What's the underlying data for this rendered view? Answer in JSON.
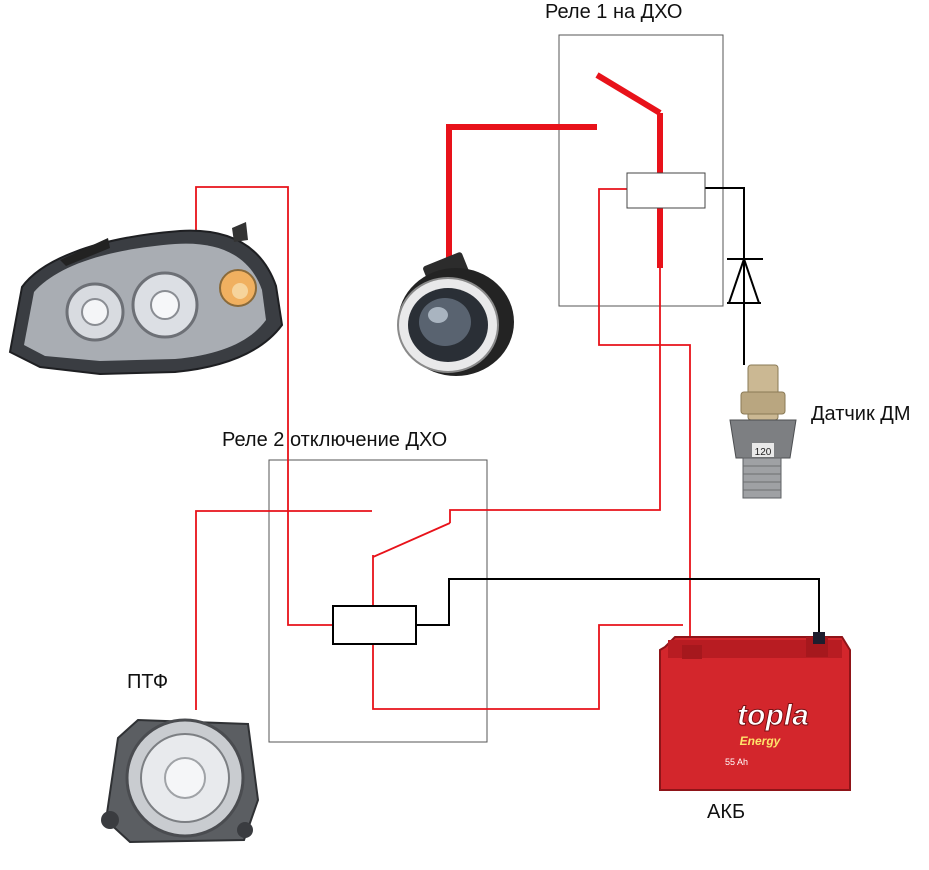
{
  "labels": {
    "relay1": "Реле 1 на ДХО",
    "relay2": "Реле 2 отключение ДХО",
    "sensor": "Датчик ДМ",
    "fog_lamp": "ПТФ",
    "battery": "АКБ"
  },
  "battery_print": {
    "brand": "topla",
    "sub": "Energy",
    "capacity": "55 Ah"
  },
  "sensor_print": "120",
  "colors": {
    "wire_positive": "#e8121a",
    "wire_signal": "#000000",
    "relay_box": "#555555",
    "battery_body": "#d3262c"
  }
}
